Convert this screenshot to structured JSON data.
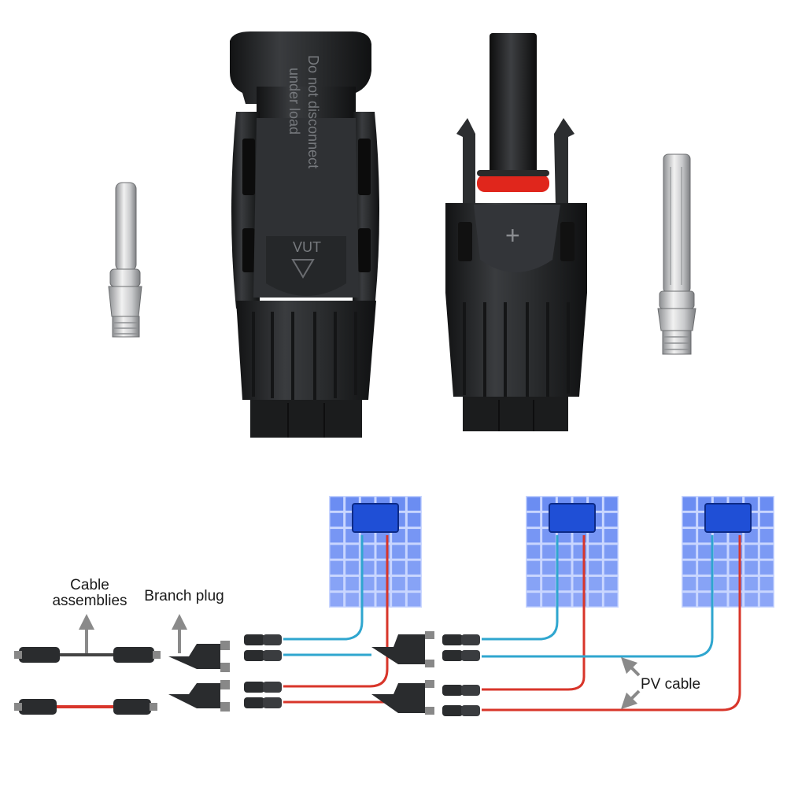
{
  "colors": {
    "housing": "#2a2c2e",
    "housing_dark": "#1b1c1d",
    "seal": "#e0261c",
    "panel_cell": "#5b80f0",
    "panel_grid": "#c9d6ff",
    "junction_box": "#1f4fd6",
    "wire_red": "#d8352a",
    "wire_blue": "#2fa6cf",
    "wire_gray": "#444444",
    "arrow": "#8a8a8a"
  },
  "top": {
    "female_connector": {
      "embossed_text_line1": "Do not disconnect",
      "embossed_text_line2": "under load",
      "model_mark": "VUT"
    },
    "male_connector": {
      "polarity_mark": "+"
    },
    "pin_left": "male-contact-pin",
    "pin_right": "female-contact-socket"
  },
  "diagram": {
    "label_cable_line1": "Cable",
    "label_cable_line2": "assemblies",
    "label_branch": "Branch plug",
    "label_pv": "PV cable",
    "panel_count": 3
  }
}
